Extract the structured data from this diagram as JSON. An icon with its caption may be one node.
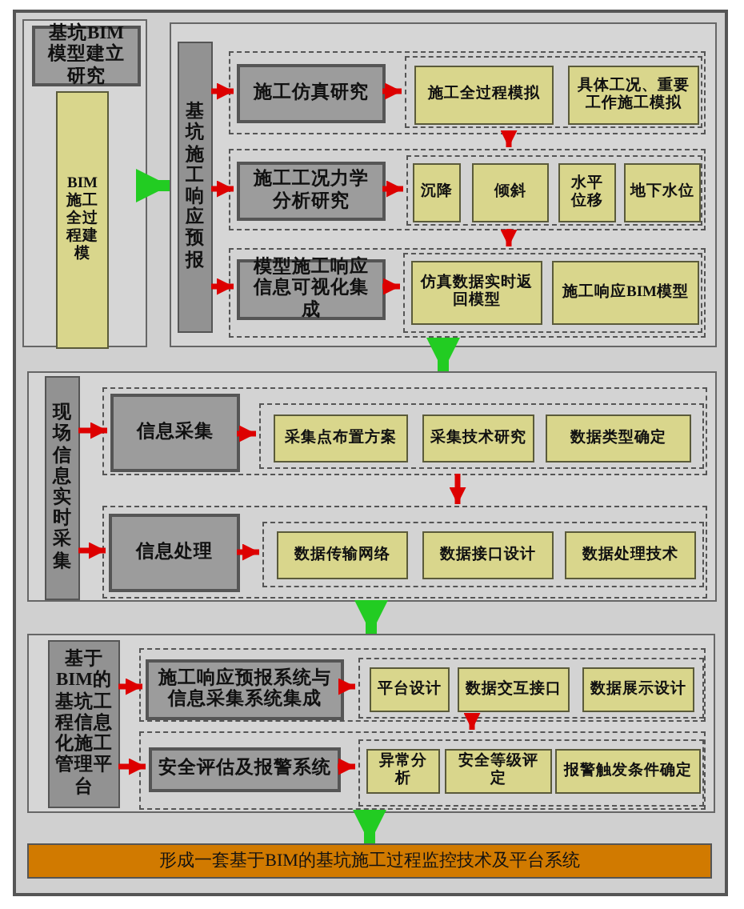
{
  "diagram": {
    "nodes": [
      {
        "text": [],
        "shape": "box"
      },
      {
        "text": [
          "基坑BIM模型建立研究"
        ],
        "in": 0
      },
      {
        "text": [
          "BIM施工全过程建模"
        ],
        "in": 0
      },
      {
        "text": [],
        "shape": "box"
      },
      {
        "text": [
          "基坑施工响应预报"
        ],
        "in": 3
      },
      {
        "text": [],
        "shape": "box",
        "in": 3
      },
      {
        "text": [
          "施工仿真研究"
        ],
        "in": 5
      },
      {
        "text": [],
        "shape": "box",
        "in": 5
      },
      {
        "text": [
          "施工全过程模拟"
        ],
        "in": 7
      },
      {
        "text": [
          "具体工况、重要工作施工模拟"
        ],
        "in": 7
      },
      {
        "text": [],
        "shape": "box",
        "in": 3
      },
      {
        "text": [
          "施工工况力学分析研究"
        ],
        "in": 10
      },
      {
        "text": [],
        "shape": "box",
        "in": 10
      },
      {
        "text": [
          "沉降"
        ],
        "in": 12
      },
      {
        "text": [
          "倾斜"
        ],
        "in": 12
      },
      {
        "text": [
          "水平位移"
        ],
        "in": 12
      },
      {
        "text": [
          "地下水位"
        ],
        "in": 12
      },
      {
        "text": [],
        "shape": "box",
        "in": 3
      },
      {
        "text": [
          "模型施工响应信息可视化集成"
        ],
        "in": 17
      },
      {
        "text": [],
        "shape": "box",
        "in": 17
      },
      {
        "text": [
          "仿真数据实时返回模型"
        ],
        "in": 19
      },
      {
        "text": [
          "施工响应BIM模型"
        ],
        "in": 19
      },
      {
        "text": [],
        "shape": "box"
      },
      {
        "text": [
          "现场信息实时采集"
        ],
        "in": 22
      },
      {
        "text": [],
        "shape": "box",
        "in": 22
      },
      {
        "text": [
          "信息采集"
        ],
        "in": 24
      },
      {
        "text": [],
        "shape": "box",
        "in": 24
      },
      {
        "text": [
          "采集点布置方案"
        ],
        "in": 26
      },
      {
        "text": [
          "采集技术研究"
        ],
        "in": 26
      },
      {
        "text": [
          "数据类型确定"
        ],
        "in": 26
      },
      {
        "text": [],
        "shape": "box",
        "in": 22
      },
      {
        "text": [
          "信息处理"
        ],
        "in": 30
      },
      {
        "text": [],
        "shape": "box",
        "in": 30
      },
      {
        "text": [
          "数据传输网络"
        ],
        "in": 32
      },
      {
        "text": [
          "数据接口设计"
        ],
        "in": 32
      },
      {
        "text": [
          "数据处理技术"
        ],
        "in": 32
      },
      {
        "text": [],
        "shape": "box"
      },
      {
        "text": [
          "基于BIM的基坑工程信息化施工管理平台"
        ],
        "in": 36
      },
      {
        "text": [],
        "shape": "box",
        "in": 36
      },
      {
        "text": [
          "施工响应预报系统与信息采集系统集成"
        ],
        "in": 38
      },
      {
        "text": [],
        "shape": "box",
        "in": 38
      },
      {
        "text": [
          "平台设计"
        ],
        "in": 40
      },
      {
        "text": [
          "数据交互接口"
        ],
        "in": 40
      },
      {
        "text": [
          "数据展示设计"
        ],
        "in": 40
      },
      {
        "text": [],
        "shape": "box",
        "in": 36
      },
      {
        "text": [
          "安全评估及报警系统"
        ],
        "in": 44
      },
      {
        "text": [],
        "shape": "box",
        "in": 44
      },
      {
        "text": [
          "异常分析"
        ],
        "in": 46
      },
      {
        "text": [
          "安全等级评定"
        ],
        "in": 46
      },
      {
        "text": [
          "报警触发条件确定"
        ],
        "in": 46
      },
      {
        "text": [
          "形成一套基于BIM的基坑施工过程监控技术及平台系统"
        ]
      }
    ],
    "edges": [
      {
        "from": 0,
        "to": 3,
        "arrow": "to",
        "style": "thick",
        "color": "#22cc22"
      },
      {
        "from": 4,
        "to": 6,
        "arrow": "to"
      },
      {
        "from": 6,
        "to": 7,
        "arrow": "to"
      },
      {
        "from": 5,
        "to": 10,
        "arrow": "to"
      },
      {
        "from": 4,
        "to": 11,
        "arrow": "to"
      },
      {
        "from": 11,
        "to": 12,
        "arrow": "to"
      },
      {
        "from": 10,
        "to": 17,
        "arrow": "to"
      },
      {
        "from": 4,
        "to": 18,
        "arrow": "to"
      },
      {
        "from": 18,
        "to": 19,
        "arrow": "to"
      },
      {
        "from": 3,
        "to": 22,
        "arrow": "to",
        "style": "thick",
        "color": "#22cc22"
      },
      {
        "from": 23,
        "to": 25,
        "arrow": "to"
      },
      {
        "from": 25,
        "to": 26,
        "arrow": "to"
      },
      {
        "from": 24,
        "to": 30,
        "arrow": "to"
      },
      {
        "from": 23,
        "to": 31,
        "arrow": "to"
      },
      {
        "from": 31,
        "to": 32,
        "arrow": "to"
      },
      {
        "from": 22,
        "to": 36,
        "arrow": "to",
        "style": "thick",
        "color": "#22cc22"
      },
      {
        "from": 37,
        "to": 39,
        "arrow": "to"
      },
      {
        "from": 39,
        "to": 40,
        "arrow": "to"
      },
      {
        "from": 38,
        "to": 44,
        "arrow": "to"
      },
      {
        "from": 37,
        "to": 45,
        "arrow": "to"
      },
      {
        "from": 45,
        "to": 46,
        "arrow": "to"
      },
      {
        "from": 36,
        "to": 50,
        "arrow": "to",
        "style": "thick",
        "color": "#22cc22"
      }
    ]
  }
}
